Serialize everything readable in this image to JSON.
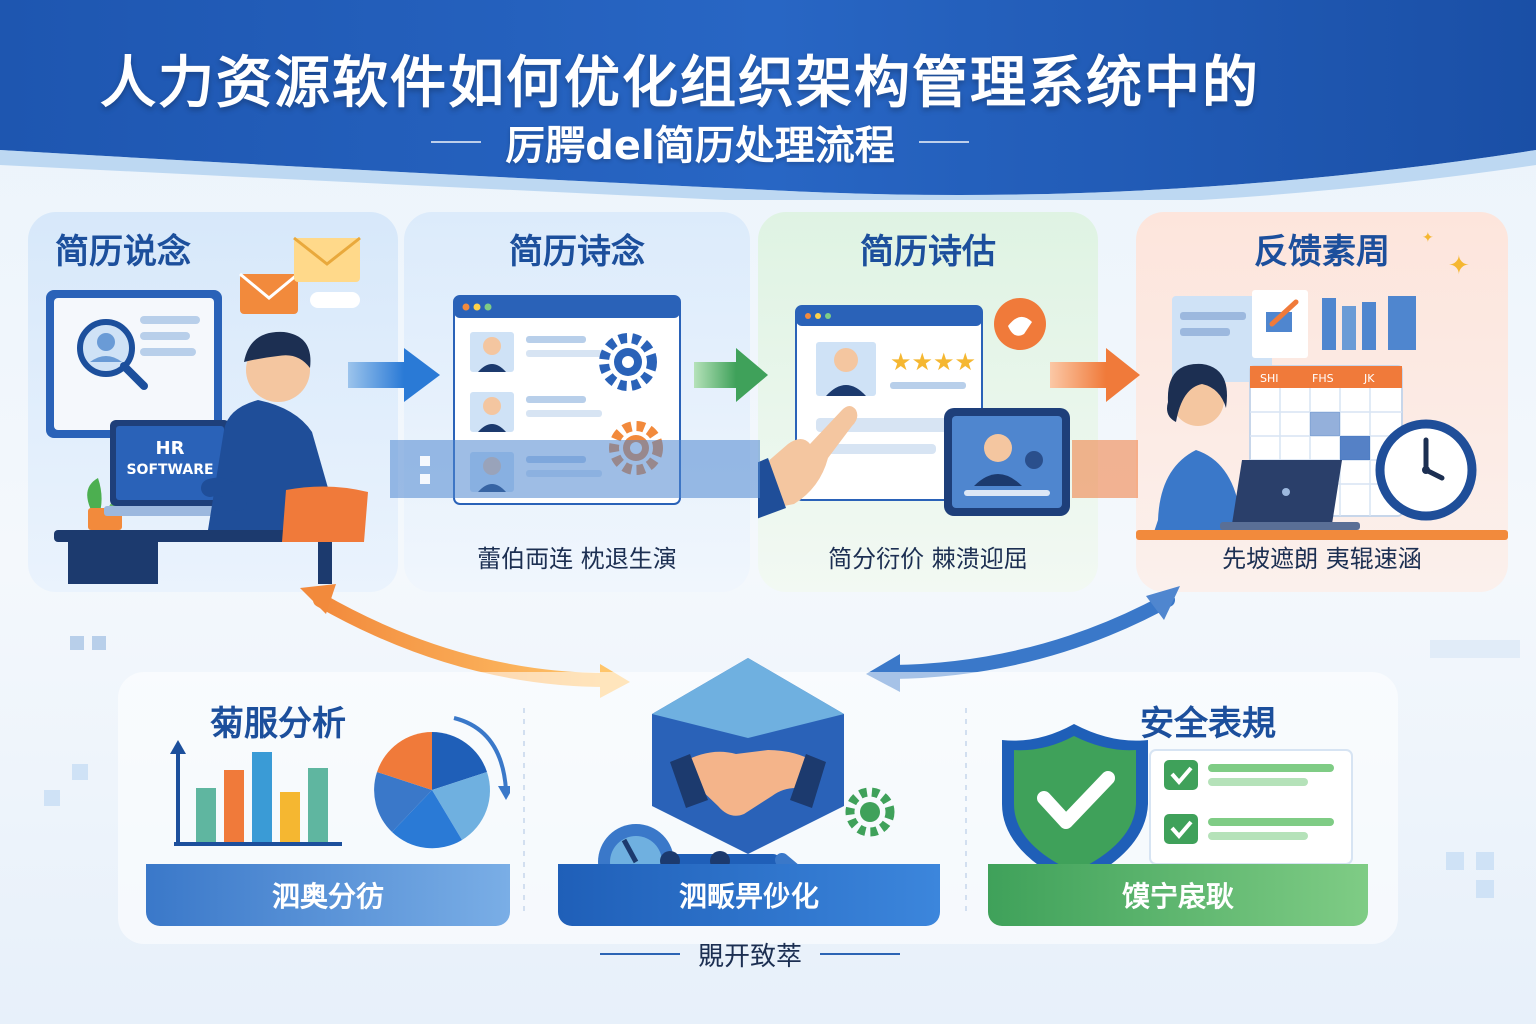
{
  "header": {
    "title": "人力资源软件如何优化组织架构管理系统中的",
    "subtitle": "厉腭del简历处理流程"
  },
  "stages": [
    {
      "title": "简历说念",
      "caption": "",
      "laptop_line1": "HR",
      "laptop_line2": "SOFTWARE"
    },
    {
      "title": "简历诗念",
      "caption": "蕾伯両连  枕退生演"
    },
    {
      "title": "简历诗估",
      "caption": "简分衍价  棘溃迎屈"
    },
    {
      "title": "反馈素周",
      "caption": "先坡遮朗  夷辊速涵",
      "calendar_header": [
        "SHI",
        "FHS",
        "JK"
      ]
    }
  ],
  "modules": [
    {
      "title": "菊服分析",
      "bar": "泗奥分彷"
    },
    {
      "title": "",
      "bar": "泗畈畀仯化"
    },
    {
      "title": "安全表規",
      "bar": "馍宁扆耿"
    }
  ],
  "footer": {
    "text": "覞开致萃"
  },
  "colors": {
    "primary": "#1f5fb8",
    "green": "#3fa15a",
    "orange": "#f07a3a",
    "title_blue": "#1c4f9c"
  },
  "icons": [
    "envelope-icon",
    "magnifier-icon",
    "gear-icon",
    "star-icon",
    "clock-icon",
    "shield-check-icon",
    "handshake-icon",
    "pie-chart-icon",
    "bar-chart-icon"
  ]
}
